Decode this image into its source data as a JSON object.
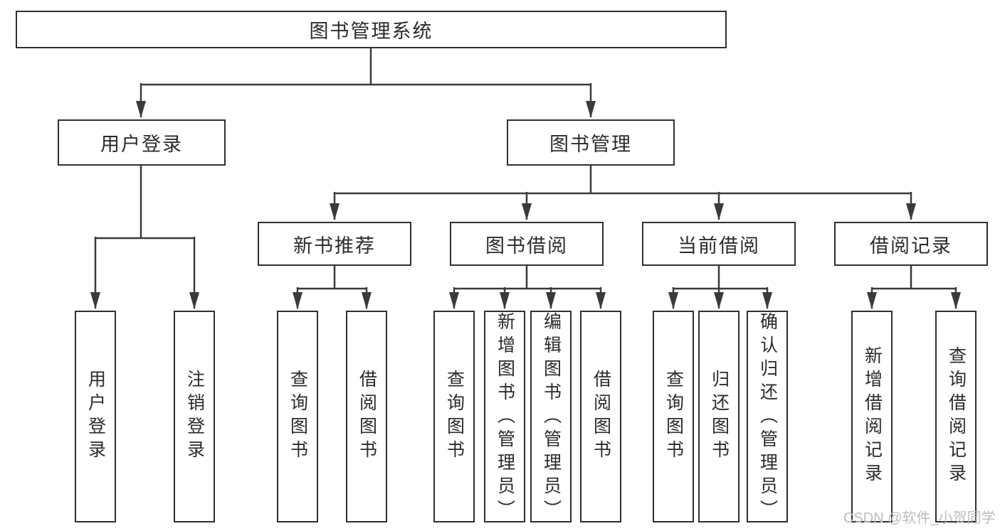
{
  "diagram": {
    "root": {
      "label": "图书管理系统"
    },
    "branches": [
      {
        "label": "用户登录",
        "children": [
          {
            "label": "用户登录"
          },
          {
            "label": "注销登录"
          }
        ]
      },
      {
        "label": "图书管理",
        "children": [
          {
            "label": "新书推荐",
            "children": [
              {
                "label": "查询图书"
              },
              {
                "label": "借阅图书"
              }
            ]
          },
          {
            "label": "图书借阅",
            "children": [
              {
                "label": "查询图书"
              },
              {
                "label": "新增图书（管理员）"
              },
              {
                "label": "编辑图书（管理员）"
              },
              {
                "label": "借阅图书"
              }
            ]
          },
          {
            "label": "当前借阅",
            "children": [
              {
                "label": "查询图书"
              },
              {
                "label": "归还图书"
              },
              {
                "label": "确认归还（管理员）"
              }
            ]
          },
          {
            "label": "借阅记录",
            "children": [
              {
                "label": "新增借阅记录"
              },
              {
                "label": "查询借阅记录"
              }
            ]
          }
        ]
      }
    ],
    "watermark": "CSDN @软件_小贺同学",
    "colors": {
      "line": "#3a3a3a",
      "box_border": "#303030",
      "text": "#2b2b2b",
      "watermark": "#bdbdbd",
      "background": "#ffffff"
    }
  }
}
